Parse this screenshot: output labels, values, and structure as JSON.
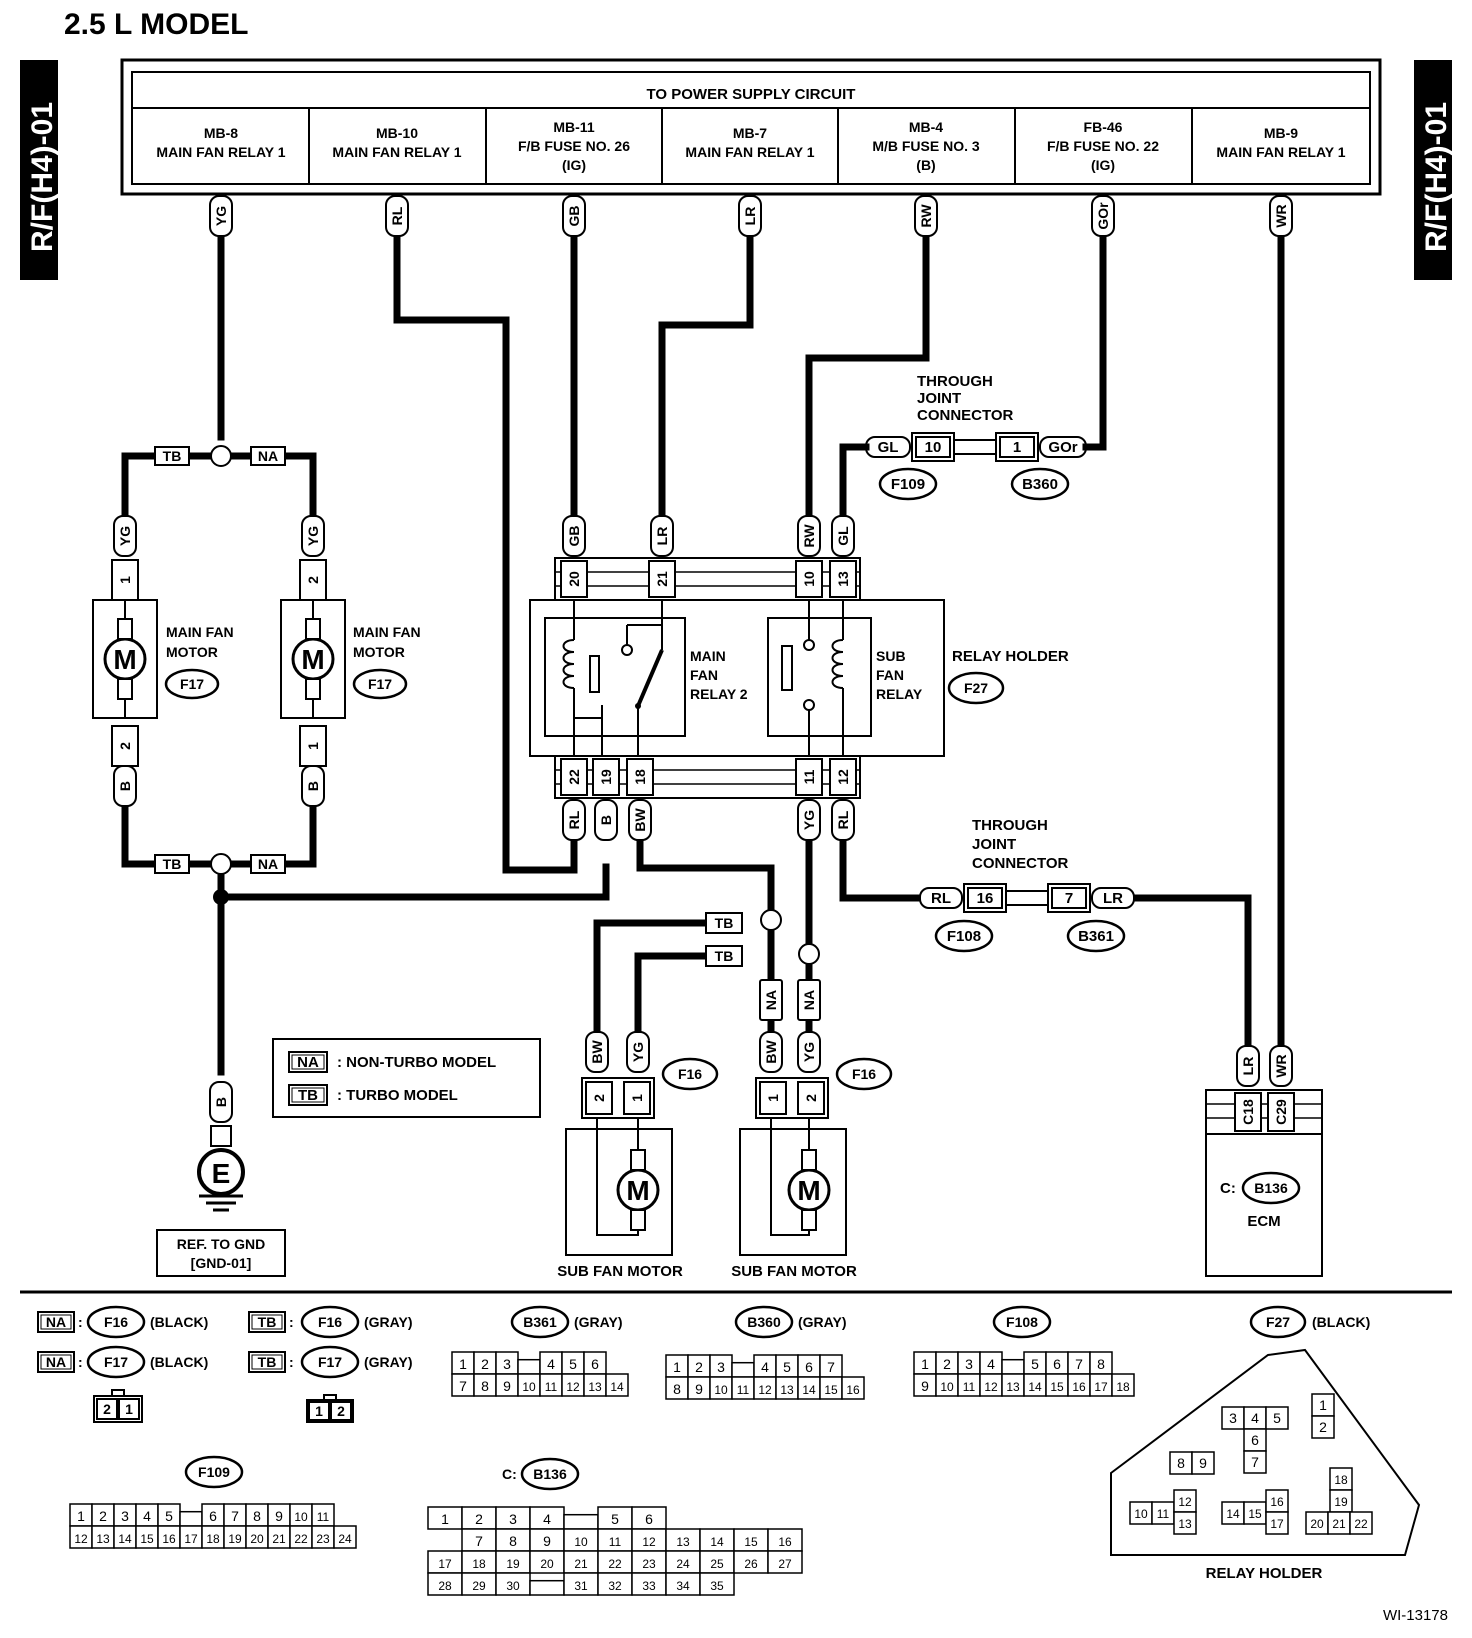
{
  "title": "2.5 L MODEL",
  "side_tag": "R/F(H4)-01",
  "figure_id": "WI-13178",
  "power_supply": {
    "header": "TO POWER SUPPLY CIRCUIT",
    "sources": [
      {
        "l1": "MB-8",
        "l2": "MAIN FAN RELAY 1",
        "l3": "",
        "wire": "YG"
      },
      {
        "l1": "MB-10",
        "l2": "MAIN FAN RELAY 1",
        "l3": "",
        "wire": "RL"
      },
      {
        "l1": "MB-11",
        "l2": "F/B FUSE NO. 26",
        "l3": "(IG)",
        "wire": "GB"
      },
      {
        "l1": "MB-7",
        "l2": "MAIN FAN RELAY 1",
        "l3": "",
        "wire": "LR"
      },
      {
        "l1": "MB-4",
        "l2": "M/B FUSE NO. 3",
        "l3": "(B)",
        "wire": "RW"
      },
      {
        "l1": "FB-46",
        "l2": "F/B FUSE NO. 22",
        "l3": "(IG)",
        "wire": "GOr"
      },
      {
        "l1": "MB-9",
        "l2": "MAIN FAN RELAY 1",
        "l3": "",
        "wire": "WR"
      }
    ]
  },
  "labels": {
    "tb": "TB",
    "na": "NA",
    "motor_m": "M",
    "main_fan_motor_1": "MAIN FAN",
    "main_fan_motor_2": "MOTOR",
    "f17": "F17",
    "f16": "F16",
    "f27": "F27",
    "f109": "F109",
    "f108": "F108",
    "b360": "B360",
    "b361": "B361",
    "b136": "B136",
    "relay_holder": "RELAY HOLDER",
    "main_fan_relay2": [
      "MAIN",
      "FAN",
      "RELAY 2"
    ],
    "sub_fan_relay": [
      "SUB",
      "FAN",
      "RELAY"
    ],
    "tjc": [
      "THROUGH",
      "JOINT",
      "CONNECTOR"
    ],
    "sub_fan_motor": "SUB FAN MOTOR",
    "ecm": "ECM",
    "c_prefix": "C:",
    "ground_e": "E",
    "gnd_ref_1": "REF. TO GND",
    "gnd_ref_2": "[GND-01]",
    "legend_na": ": NON-TURBO MODEL",
    "legend_tb": ": TURBO MODEL",
    "black": "(BLACK)",
    "gray": "(GRAY)"
  },
  "wires": {
    "yg": "YG",
    "b": "B",
    "rl": "RL",
    "gb": "GB",
    "lr": "LR",
    "rw": "RW",
    "gl": "GL",
    "gor": "GOr",
    "bw": "BW",
    "wr": "WR"
  },
  "pins": {
    "p1": "1",
    "p2": "2",
    "p7": "7",
    "p10": "10",
    "p11": "11",
    "p12": "12",
    "p13": "13",
    "p16": "16",
    "p18": "18",
    "p19": "19",
    "p20": "20",
    "p21": "21",
    "p22": "22",
    "c18": "C18",
    "c29": "C29"
  },
  "connector_faces": {
    "b361": [
      [
        "1",
        "2",
        "3",
        "",
        "4",
        "5",
        "6"
      ],
      [
        "7",
        "8",
        "9",
        "10",
        "11",
        "12",
        "13",
        "14"
      ]
    ],
    "b360": [
      [
        "1",
        "2",
        "3",
        "",
        "4",
        "5",
        "6",
        "7"
      ],
      [
        "8",
        "9",
        "10",
        "11",
        "12",
        "13",
        "14",
        "15",
        "16"
      ]
    ],
    "f108": [
      [
        "1",
        "2",
        "3",
        "4",
        "",
        "5",
        "6",
        "7",
        "8"
      ],
      [
        "9",
        "10",
        "11",
        "12",
        "13",
        "14",
        "15",
        "16",
        "17",
        "18"
      ]
    ],
    "f109": [
      [
        "1",
        "2",
        "3",
        "4",
        "5",
        "",
        "6",
        "7",
        "8",
        "9",
        "10",
        "11"
      ],
      [
        "12",
        "13",
        "14",
        "15",
        "16",
        "17",
        "18",
        "19",
        "20",
        "21",
        "22",
        "23",
        "24"
      ]
    ],
    "b136": [
      [
        "1",
        "2",
        "3",
        "4",
        "",
        "5",
        "6"
      ],
      [
        "7",
        "8",
        "9",
        "10",
        "11",
        "12",
        "13",
        "14",
        "15",
        "16"
      ],
      [
        "17",
        "18",
        "19",
        "20",
        "21",
        "22",
        "23",
        "24",
        "25",
        "26",
        "27"
      ],
      [
        "28",
        "29",
        "30",
        "",
        "31",
        "32",
        "33",
        "34",
        "35"
      ]
    ],
    "f16f17": [
      "2",
      "1"
    ],
    "f16f17_gray": [
      "1",
      "2"
    ],
    "f27": [
      "1",
      "2",
      "3",
      "4",
      "5",
      "6",
      "7",
      "8",
      "9",
      "10",
      "11",
      "12",
      "13",
      "14",
      "15",
      "16",
      "17",
      "18",
      "19",
      "20",
      "21",
      "22"
    ]
  }
}
